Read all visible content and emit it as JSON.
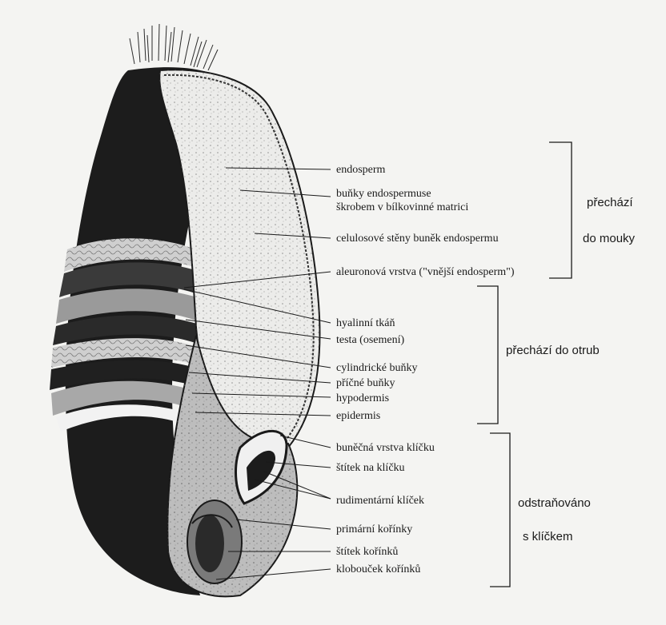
{
  "labels": {
    "endosperm": "endosperm",
    "bunky_1": "buňky endospermuse",
    "bunky_2": "škrobem v bílkovinné matrici",
    "celulosove": "celulosové stěny buněk endospermu",
    "aleuronova": "aleuronová vrstva (\"vnější endosperm\")",
    "hyalinni": "hyalinní tkáň",
    "testa": "testa (osemení)",
    "cylindricke": "cylindrické buňky",
    "pricne": "příčné buňky",
    "hypodermis": "hypodermis",
    "epidermis": "epidermis",
    "bunecna": "buněčná vrstva klíčku",
    "stitek_klicku": "štítek na klíčku",
    "rudimentarni": "rudimentární klíček",
    "primarni": "primární kořínky",
    "stitek_korinku": "štítek kořínků",
    "klobouček": "klobouček kořínků"
  },
  "groups": {
    "mouka_1": "přechází",
    "mouka_2": "do mouky",
    "otruby": "přechází do otrub",
    "klicek_1": "odstraňováno",
    "klicek_2": "s klíčkem"
  }
}
